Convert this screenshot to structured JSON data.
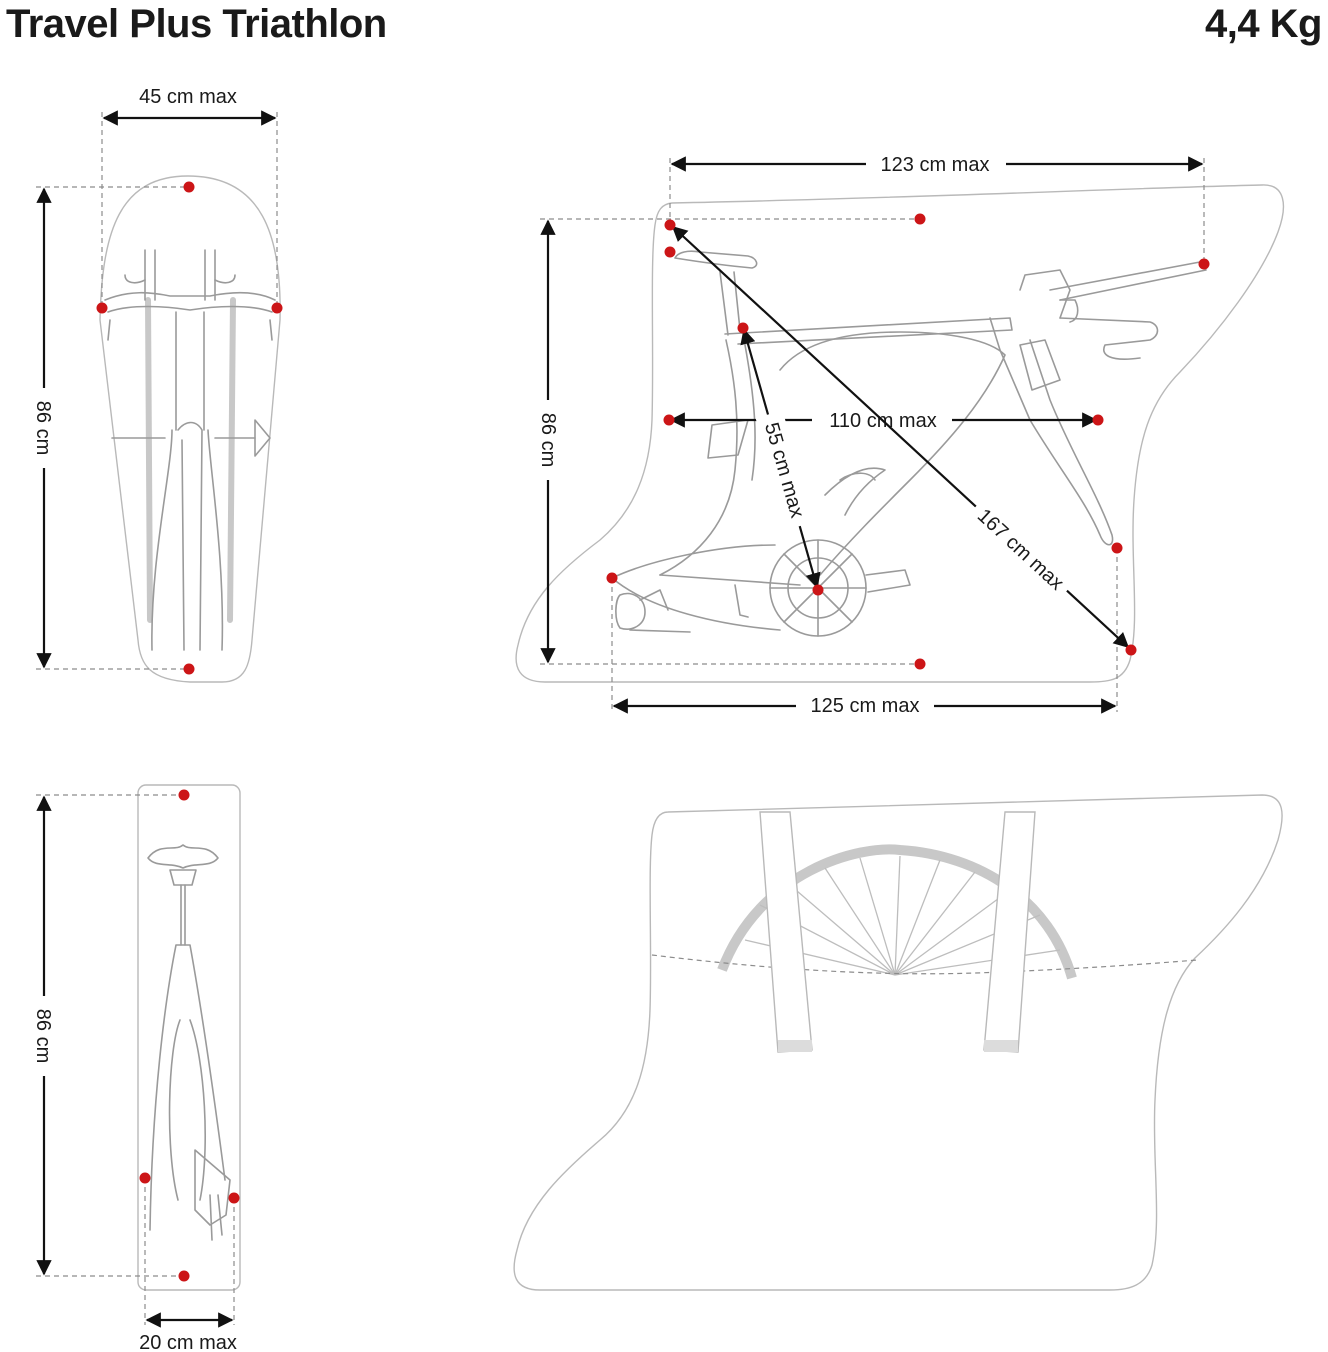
{
  "header": {
    "product_name": "Travel Plus Triathlon",
    "weight": "4,4 Kg"
  },
  "views": {
    "front": {
      "width_label": "45 cm max",
      "height_label": "86 cm"
    },
    "side": {
      "top_length_label": "123 cm max",
      "bottom_length_label": "125 cm max",
      "height_label": "86 cm",
      "middle_length_label": "110  cm max",
      "inner_diagonal_label": "55 cm max",
      "outer_diagonal_label": "167 cm max"
    },
    "profile": {
      "height_label": "86 cm",
      "depth_label": "20 cm max"
    }
  },
  "colors": {
    "marker": "#cc1517",
    "outline": "#b9b9b9",
    "dimension_line": "#111111"
  }
}
